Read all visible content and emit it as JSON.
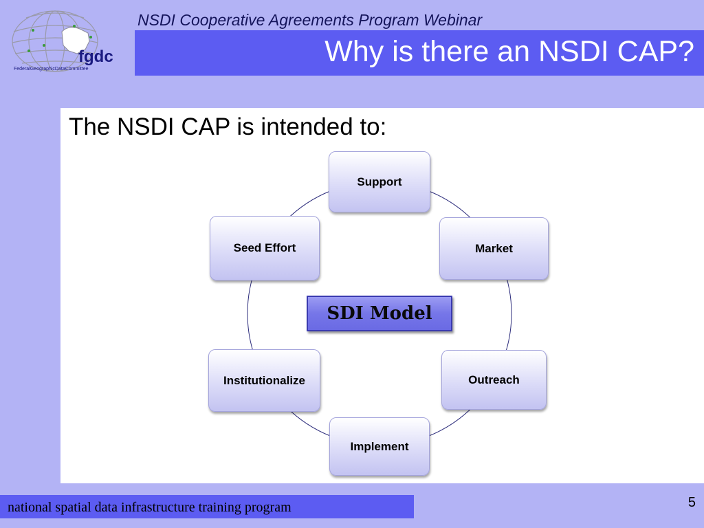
{
  "header": {
    "webinar_title": "NSDI Cooperative Agreements Program Webinar",
    "slide_title": "Why is there an NSDI CAP?"
  },
  "logo": {
    "name": "fgdc",
    "tagline": "FederalGeographicDataCommittee"
  },
  "content": {
    "intro": "The NSDI CAP is intended to:"
  },
  "diagram": {
    "center": "SDI Model",
    "nodes": [
      "Support",
      "Market",
      "Outreach",
      "Implement",
      "Institutionalize",
      "Seed Effort"
    ],
    "ring_color": "#2a2a7a",
    "node_border_color": "#a4a4dc"
  },
  "footer": {
    "text": "national spatial data infrastructure training program",
    "page_number": "5"
  },
  "colors": {
    "background": "#b3b3f5",
    "title_bar": "#5c5cf2",
    "center_box": "#7676e8"
  }
}
